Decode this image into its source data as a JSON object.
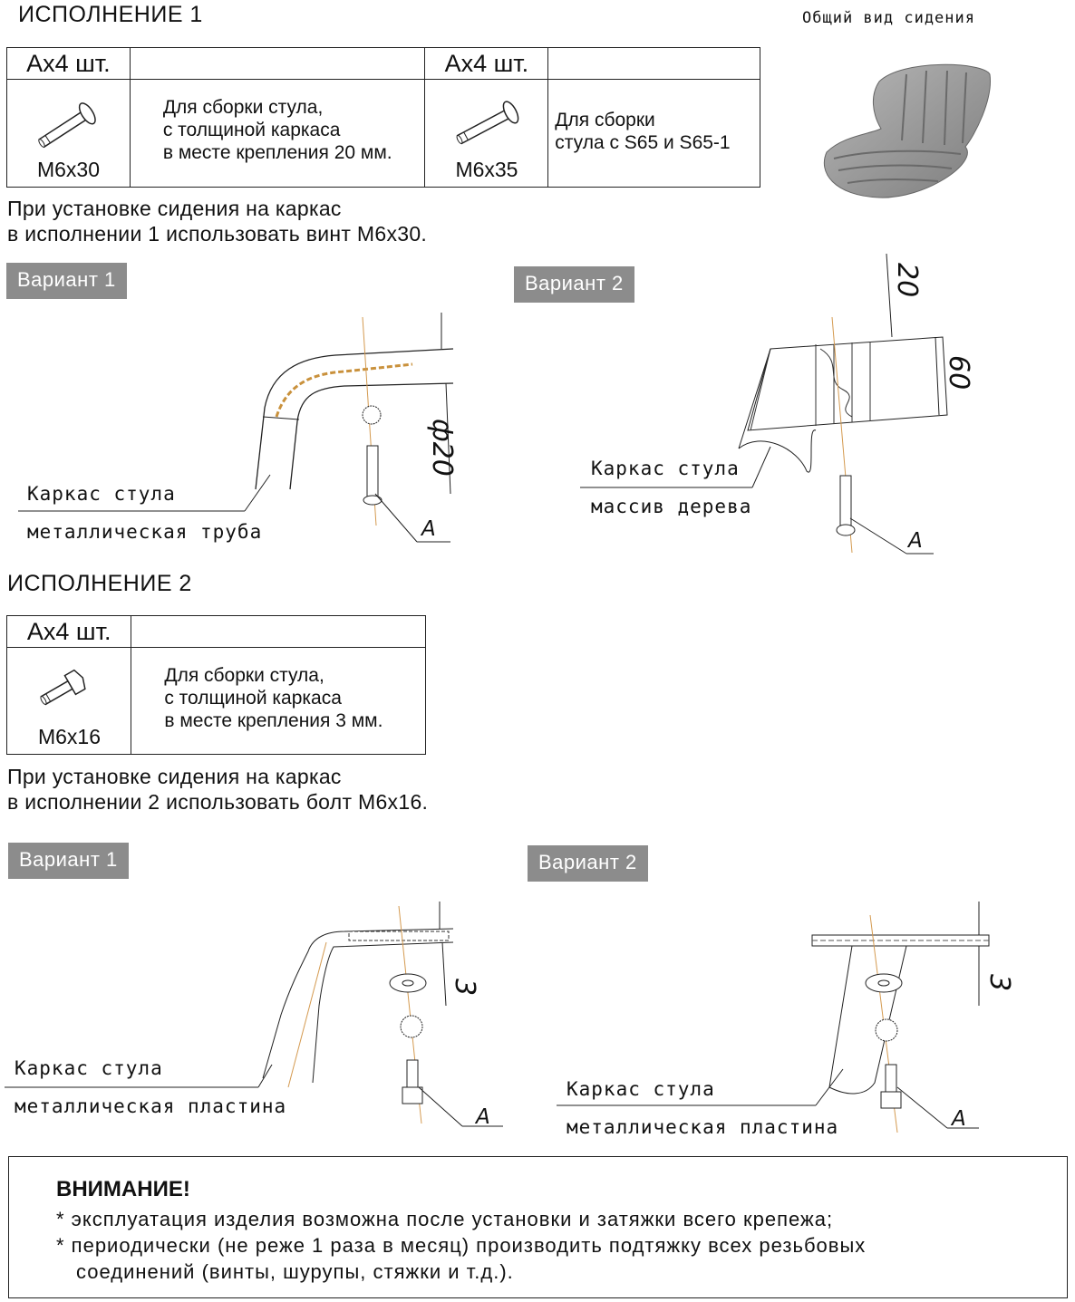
{
  "section1": {
    "title": "ИСПОЛНЕНИЕ 1",
    "table": [
      {
        "qty": "Ах4 шт.",
        "size": "М6х30",
        "desc": [
          "Для сборки стула,",
          "с толщиной каркаса",
          "в месте крепления 20 мм."
        ],
        "icon": "bolt-icon"
      },
      {
        "qty": "Ах4 шт.",
        "size": "М6х35",
        "desc": [
          "Для сборки",
          "стула с S65 и S65-1"
        ],
        "icon": "bolt-icon"
      }
    ],
    "note": [
      "При установке сидения на каркас",
      "в исполнении 1 использовать винт М6х30."
    ],
    "variant1": {
      "badge": "Вариант 1",
      "label1": "Каркас стула",
      "label2": "металлическая труба",
      "dim": "ф20",
      "callout": "А"
    },
    "variant2": {
      "badge": "Вариант 2",
      "label1": "Каркас стула",
      "label2": "массив дерева",
      "dim_top": "20",
      "dim_side": "60",
      "callout": "А"
    }
  },
  "seat": {
    "title": "Общий вид сидения"
  },
  "section2": {
    "title": "ИСПОЛНЕНИЕ 2",
    "table": {
      "qty": "Ах4 шт.",
      "size": "М6х16",
      "desc": [
        "Для сборки стула,",
        "с толщиной каркаса",
        "в месте крепления 3 мм."
      ],
      "icon": "hex-bolt-icon"
    },
    "note": [
      "При установке сидения на каркас",
      "в исполнении 2 использовать болт М6х16."
    ],
    "variant1": {
      "badge": "Вариант 1",
      "label1": "Каркас стула",
      "label2": "металлическая пластина",
      "dim": "3",
      "callout": "А"
    },
    "variant2": {
      "badge": "Вариант 2",
      "label1": "Каркас стула",
      "label2": "металлическая пластина",
      "dim": "3",
      "callout": "А"
    }
  },
  "warning": {
    "title": "ВНИМАНИЕ!",
    "lines": [
      "* эксплуатация изделия возможна после установки и затяжки всего крепежа;",
      "* периодически (не реже 1 раза в месяц) производить подтяжку всех резьбовых",
      "соединений (винты, шурупы, стяжки и т.д.)."
    ]
  }
}
